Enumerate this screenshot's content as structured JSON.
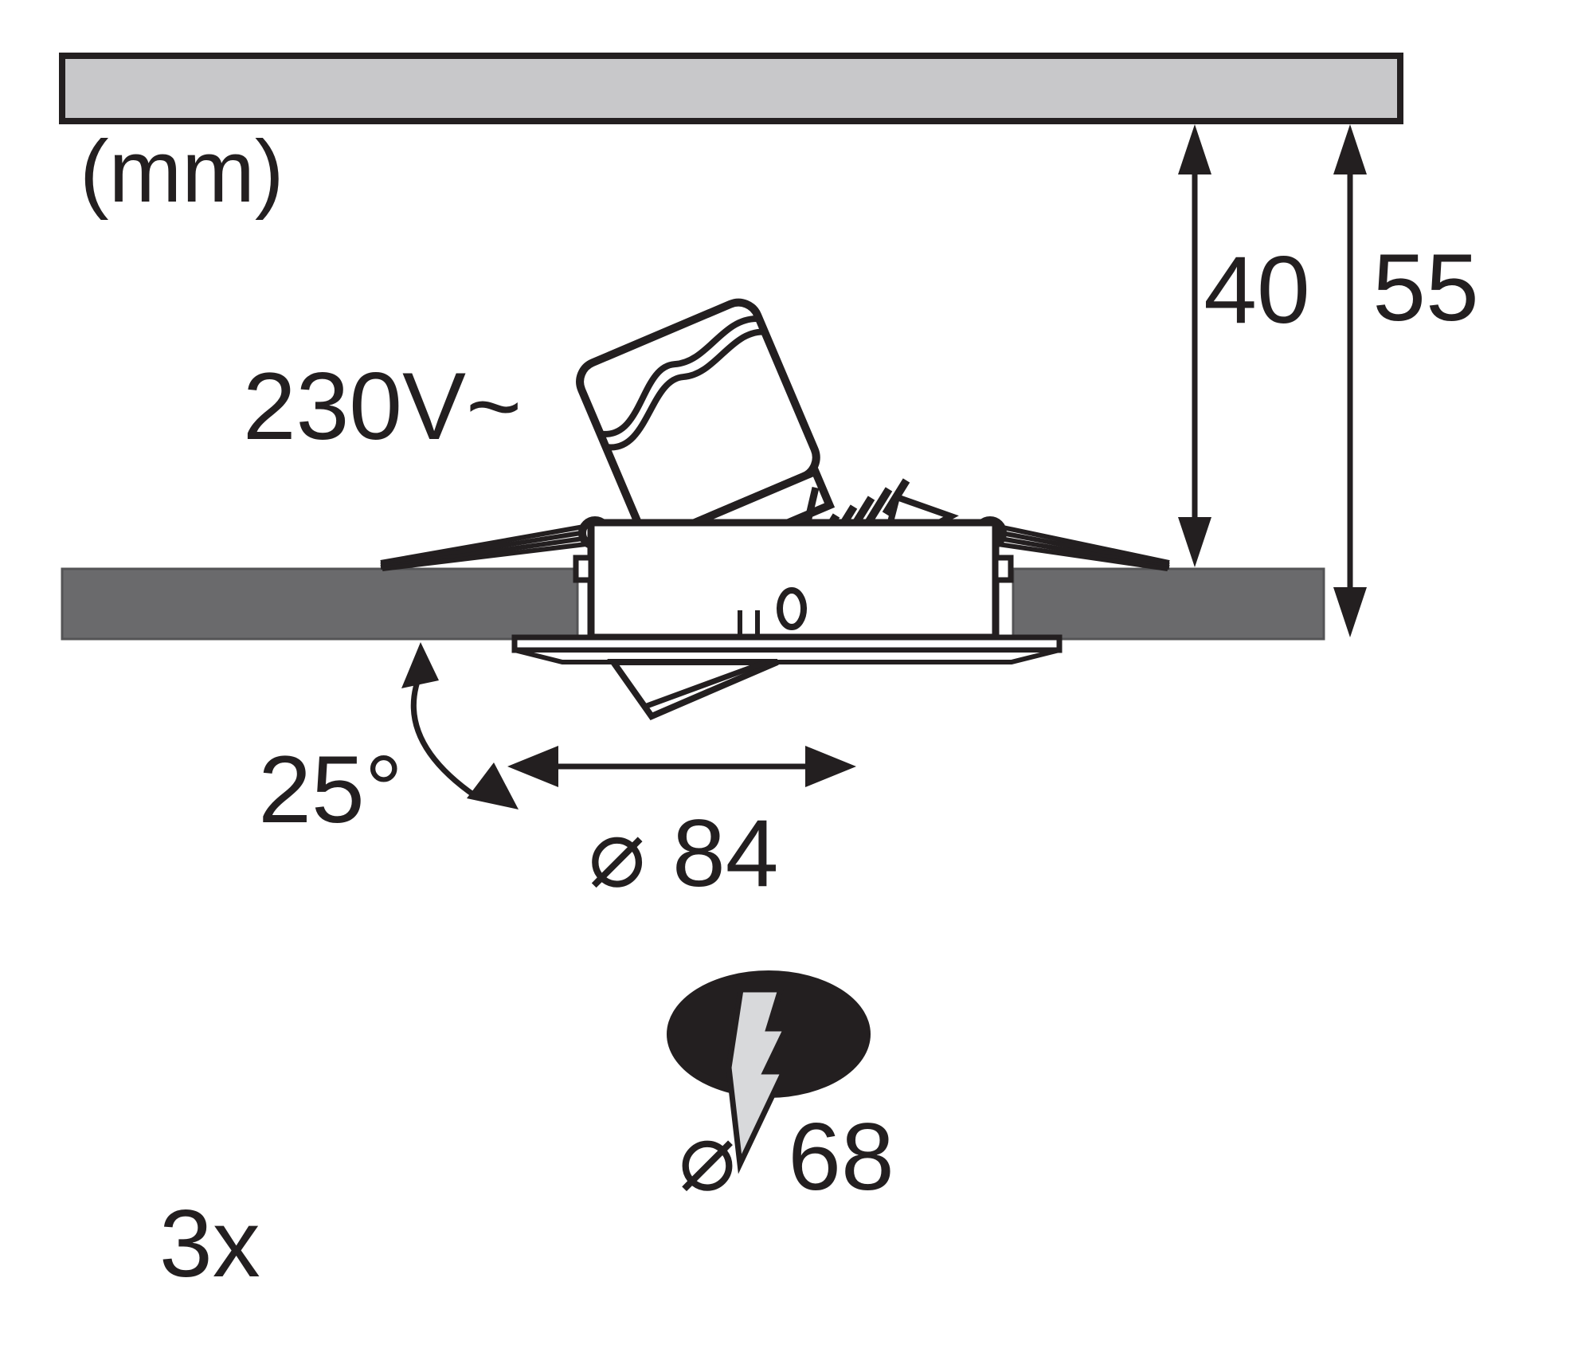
{
  "colors": {
    "ink": "#231f20",
    "panel_gray": "#c8c8ca",
    "board_gray": "#6a6a6c",
    "bolt_gray": "#d8d9db",
    "background": "#ffffff"
  },
  "labels": {
    "unit": "(mm)",
    "voltage": "230V~",
    "tilt_angle": "25°",
    "recessed_depth": "40",
    "installation_depth": "55",
    "fixture_diameter": "⌀ 84",
    "cutout_symbol": "⌀",
    "cutout_value": "68",
    "quantity": "3x"
  }
}
